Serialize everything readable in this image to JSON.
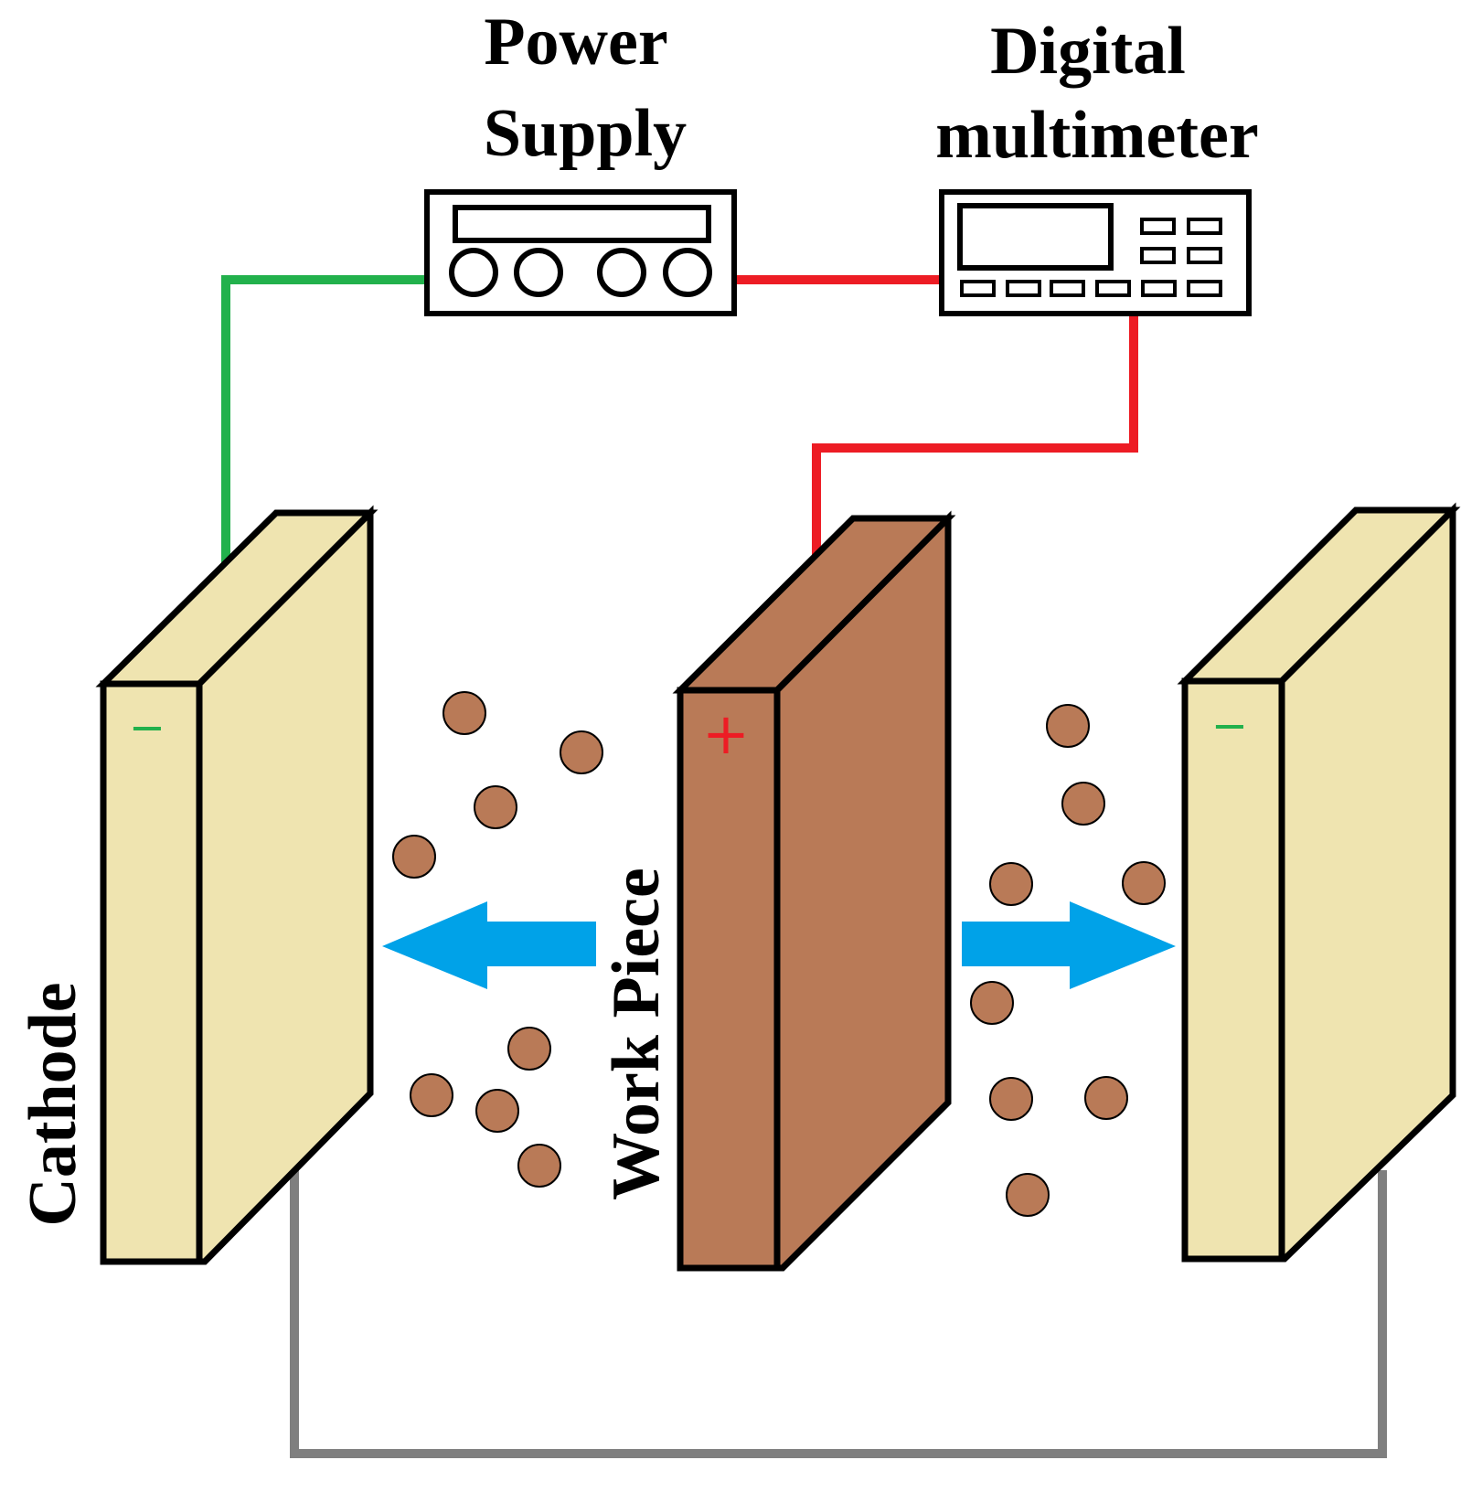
{
  "labels": {
    "power_supply_line1": "Power",
    "power_supply_line2": "Supply",
    "multimeter_line1": "Digital",
    "multimeter_line2": "multimeter",
    "cathode": "Cathode",
    "work_piece": "Work Piece",
    "left_cathode_sign": "−",
    "right_cathode_sign": "−",
    "work_piece_sign": "+"
  },
  "colors": {
    "negative_wire": "#22b14c",
    "positive_wire": "#ed1c24",
    "return_wire": "#7f7f7f",
    "cathode_fill": "#efe4b0",
    "work_piece_fill": "#b97a57",
    "arrow_fill": "#00a2e8",
    "particle_fill": "#b97a57",
    "outline": "#000000"
  },
  "icons": {
    "power_supply": "power-supply-icon",
    "multimeter": "multimeter-icon",
    "left_arrow": "arrow-left-icon",
    "right_arrow": "arrow-right-icon"
  }
}
